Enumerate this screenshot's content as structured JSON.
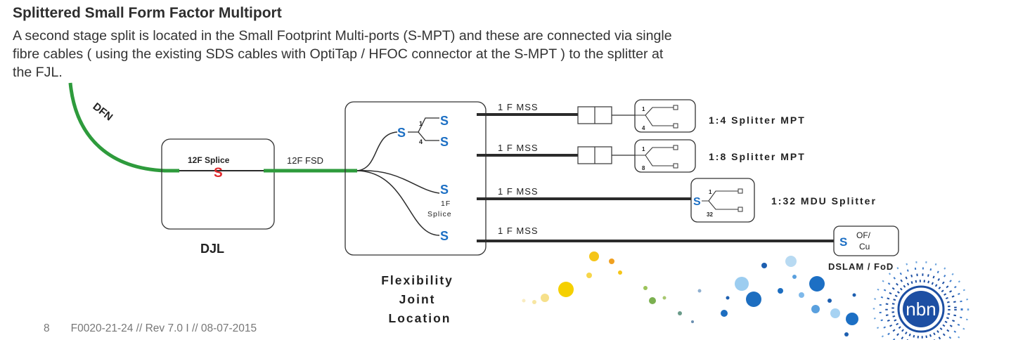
{
  "heading": "Splittered Small Form Factor Multiport",
  "paragraph_lines": [
    "A second stage split is located in the Small Footprint Multi-ports (S-MPT) and these are connected via single",
    "fibre cables ( using the existing SDS cables with OptiTap / HFOC connector at the S-MPT ) to the splitter at",
    "the FJL."
  ],
  "diagram": {
    "dfn_label": "DFN",
    "djl": {
      "splice_label": "12F Splice",
      "splice_symbol": "S",
      "title": "DJL"
    },
    "fsd_label": "12F FSD",
    "fjl": {
      "title_lines": [
        "Flexibility",
        "Joint",
        "Location"
      ],
      "splice_symbol": "S",
      "splitter_ratio_top": "1",
      "splitter_ratio_bottom": "4",
      "splice_1f_lines": [
        "1F",
        "Splice"
      ]
    },
    "cable_label": "1 F MSS",
    "outputs": [
      {
        "label": "1:4 Splitter MPT",
        "ratio_top": "1",
        "ratio_bottom": "4"
      },
      {
        "label": "1:8 Splitter MPT",
        "ratio_top": "1",
        "ratio_bottom": "8"
      },
      {
        "label": "1:32 MDU Splitter",
        "ratio_top": "1",
        "ratio_bottom": "32"
      },
      {
        "label": "DSLAM /  FoD",
        "box_lines": [
          "OF/",
          "Cu"
        ]
      }
    ],
    "colors": {
      "fibre_green": "#2e9b3c",
      "splice_blue": "#1c6fc4",
      "splice_red": "#e0262a",
      "cable_dark": "#2b2b2b"
    }
  },
  "logo": {
    "text": "nbn",
    "color": "#1d4fa3"
  },
  "footer": {
    "page": "8",
    "doc_ref": "F0020-21-24 // Rev 7.0 I // 08-07-2015"
  }
}
